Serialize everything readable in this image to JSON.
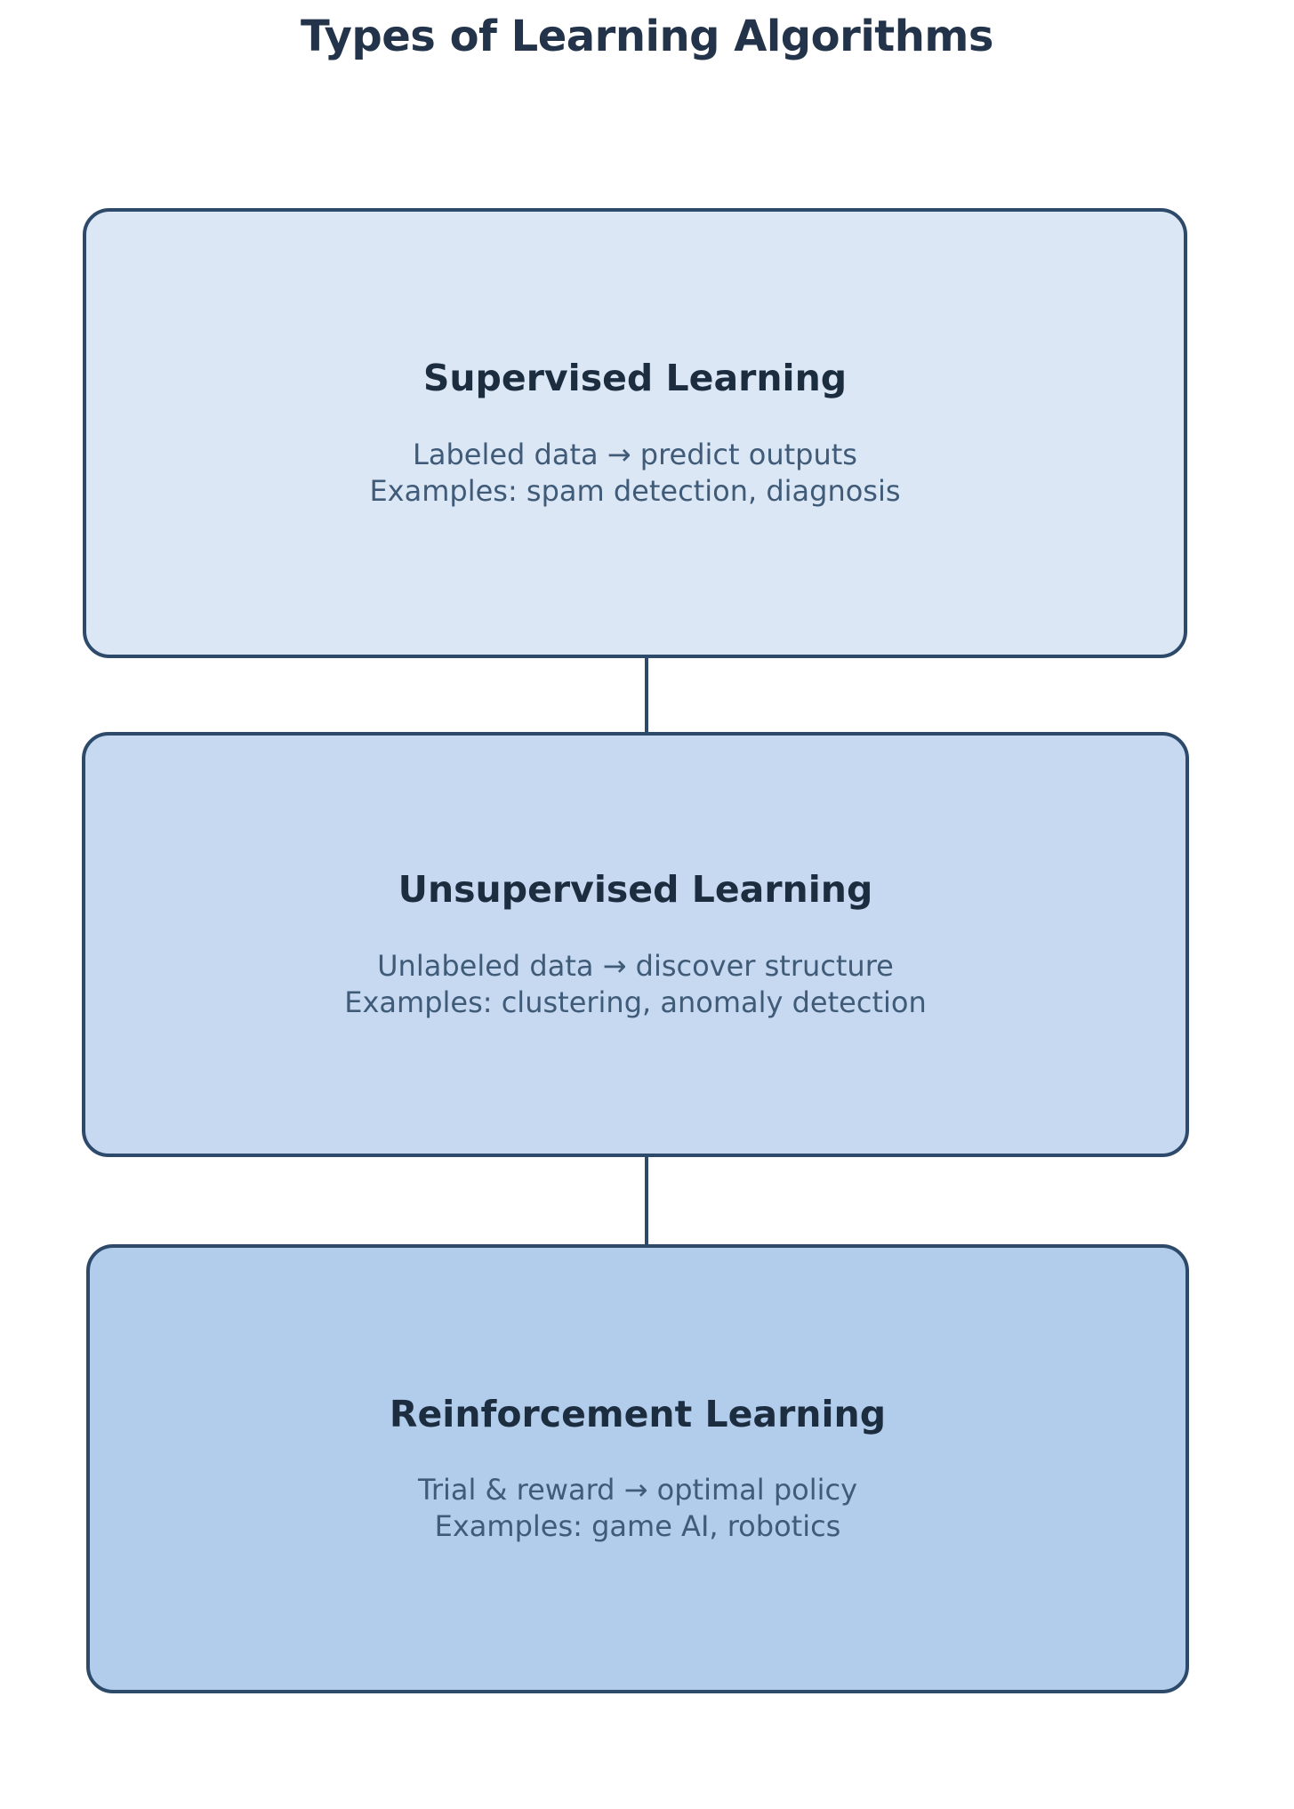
{
  "title": "Types of Learning Algorithms",
  "colors": {
    "background": "#ffffff",
    "border": "#2d4a6b",
    "title_text": "#22334a",
    "node_title_text": "#1d2d40",
    "node_desc_text": "#3f5b78",
    "node_fill_1": "#dce7f6",
    "node_fill_2": "#c6d9f1",
    "node_fill_3": "#b2cceb"
  },
  "nodes": [
    {
      "id": "supervised",
      "title": "Supervised Learning",
      "description": "Labeled data → predict outputs\nExamples: spam detection, diagnosis",
      "fill": "#dce7f6"
    },
    {
      "id": "unsupervised",
      "title": "Unsupervised Learning",
      "description": "Unlabeled data → discover structure\nExamples: clustering, anomaly detection",
      "fill": "#c6d9f1"
    },
    {
      "id": "reinforcement",
      "title": "Reinforcement Learning",
      "description": "Trial & reward → optimal policy\nExamples: game AI, robotics",
      "fill": "#b2cceb"
    }
  ],
  "connectors": [
    {
      "from": "supervised",
      "to": "unsupervised"
    },
    {
      "from": "unsupervised",
      "to": "reinforcement"
    }
  ]
}
